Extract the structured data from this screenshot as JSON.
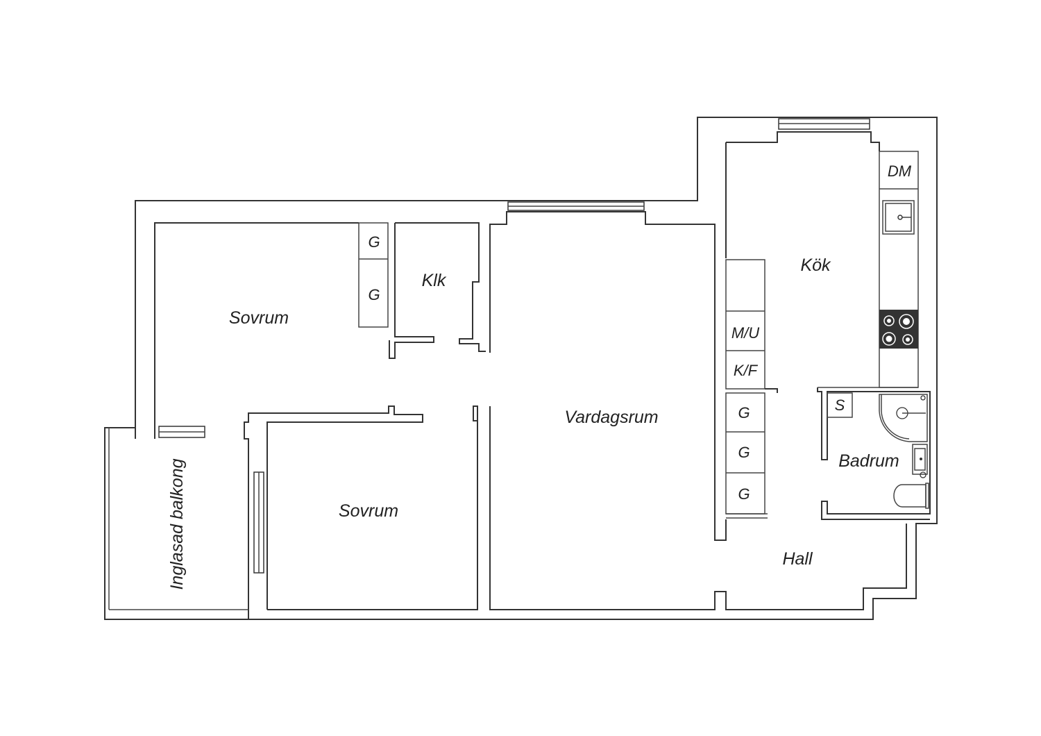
{
  "rooms": {
    "sovrum_top": "Sovrum",
    "sovrum_bottom": "Sovrum",
    "klk": "Klk",
    "vardagsrum": "Vardagsrum",
    "kok": "Kök",
    "badrum": "Badrum",
    "hall": "Hall",
    "balkong": "Inglasad balkong"
  },
  "fixtures": {
    "closet_1": "G",
    "closet_2": "G",
    "closet_hall_1": "G",
    "closet_hall_2": "G",
    "closet_hall_3": "G",
    "microwave": "M/U",
    "fridge": "K/F",
    "dishwasher": "DM",
    "storage": "S"
  },
  "colors": {
    "wall": "#333333",
    "stove": "#333333",
    "background": "#ffffff"
  }
}
